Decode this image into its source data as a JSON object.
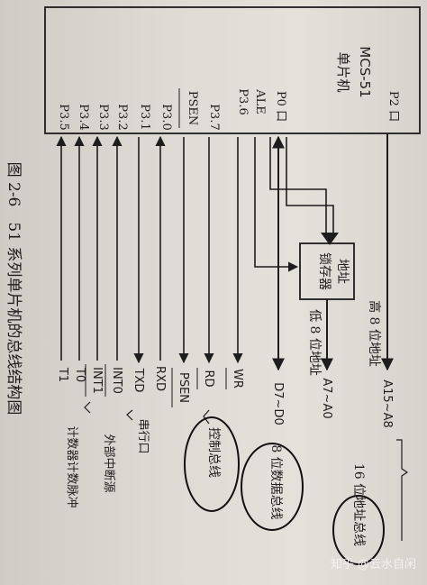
{
  "figure": {
    "caption": "图 2-6　51 系列单片机的总线结构图",
    "chip_name": "MCS-51",
    "chip_subtitle": "单片机"
  },
  "left_pins": [
    {
      "id": "p0",
      "label": "P0 口"
    },
    {
      "id": "ale",
      "label": "ALE"
    },
    {
      "id": "p36",
      "label": "P3.6"
    },
    {
      "id": "p37",
      "label": "P3.7"
    },
    {
      "id": "psen",
      "label": "PSEN"
    },
    {
      "id": "p30",
      "label": "P3.0"
    },
    {
      "id": "p31",
      "label": "P3.1"
    },
    {
      "id": "p32",
      "label": "P3.2"
    },
    {
      "id": "p33",
      "label": "P3.3"
    },
    {
      "id": "p34",
      "label": "P3.4"
    },
    {
      "id": "p35",
      "label": "P3.5"
    }
  ],
  "p2_label": "P2 口",
  "latch_label": "地址锁存器",
  "high_addr_label": "高 8 位地址",
  "low_addr_label": "低 8 位地址",
  "signals": {
    "a15_a8": "A15~A8",
    "a7_a0": "A7~A0",
    "d7_d0": "D7~D0",
    "wr": "WR",
    "rd": "RD",
    "psen": "PSEN",
    "rxd": "RXD",
    "txd": "TXD",
    "int0": "INT0",
    "int1": "INT1",
    "t0": "T0",
    "t1": "T1"
  },
  "bus_labels": {
    "address_bus": "16 位地址总线",
    "data_bus": "8 位数据总线",
    "control_bus": "控制总线",
    "serial": "串行口",
    "interrupt": "外部中断源",
    "counter": "计数器计数脉冲"
  },
  "watermark": "知乎 @云水自闲"
}
